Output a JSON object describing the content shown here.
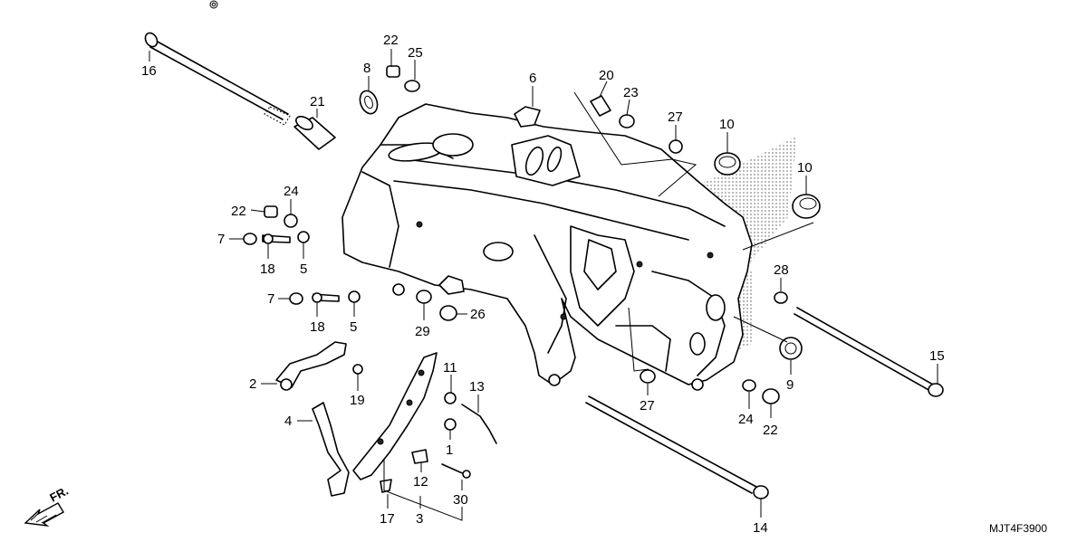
{
  "diagram_code": "MJT4F3900",
  "direction_label": "FR.",
  "parts": {
    "p1": "1",
    "p2": "2",
    "p3": "3",
    "p4": "4",
    "p5a": "5",
    "p5b": "5",
    "p6": "6",
    "p7a": "7",
    "p7b": "7",
    "p8": "8",
    "p9": "9",
    "p10a": "10",
    "p10b": "10",
    "p11": "11",
    "p12": "12",
    "p13": "13",
    "p14": "14",
    "p15": "15",
    "p16": "16",
    "p17": "17",
    "p18a": "18",
    "p18b": "18",
    "p19": "19",
    "p20": "20",
    "p21": "21",
    "p22a": "22",
    "p22b": "22",
    "p22c": "22",
    "p23": "23",
    "p24a": "24",
    "p24b": "24",
    "p25": "25",
    "p26": "26",
    "p27a": "27",
    "p27b": "27",
    "p28": "28",
    "p29": "29",
    "p30": "30"
  },
  "icons": {
    "direction": "fr-arrow-icon"
  }
}
